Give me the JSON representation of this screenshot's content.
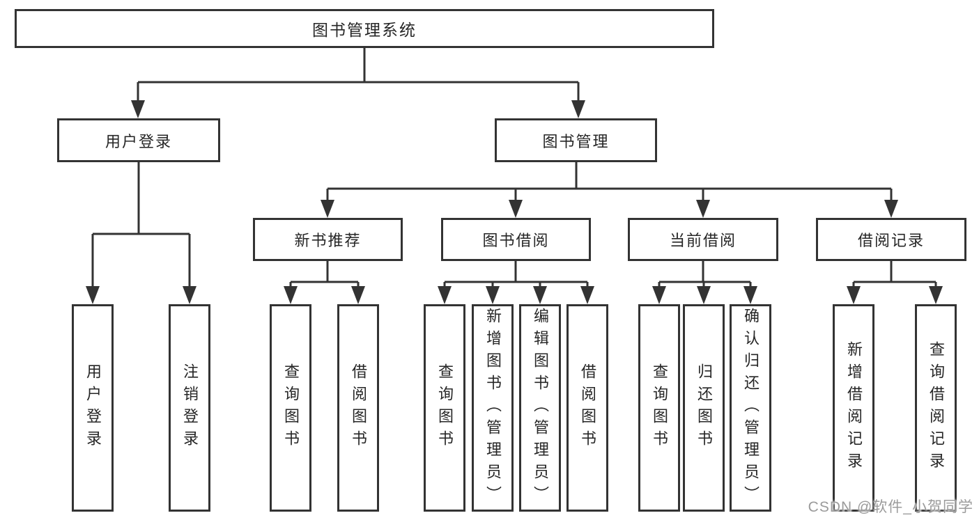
{
  "diagram": {
    "title": "图书管理系统",
    "branches": {
      "user_login": {
        "label": "用户登录",
        "children": [
          "用户登录",
          "注销登录"
        ]
      },
      "book_management": {
        "label": "图书管理",
        "sections": [
          {
            "label": "新书推荐",
            "children": [
              "查询图书",
              "借阅图书"
            ]
          },
          {
            "label": "图书借阅",
            "children": [
              "查询图书",
              "新增图书（管理员）",
              "编辑图书（管理员）",
              "借阅图书"
            ]
          },
          {
            "label": "当前借阅",
            "children": [
              "查询图书",
              "归还图书",
              "确认归还（管理员）"
            ]
          },
          {
            "label": "借阅记录",
            "children": [
              "新增借阅记录",
              "查询借阅记录"
            ]
          }
        ]
      }
    }
  },
  "watermark": {
    "text": "CSDN @软件_小贺同学"
  },
  "colors": {
    "line": "#333333",
    "border": "#333333",
    "text": "#262626",
    "background": "#ffffff",
    "watermark": "#9b9b9b"
  }
}
